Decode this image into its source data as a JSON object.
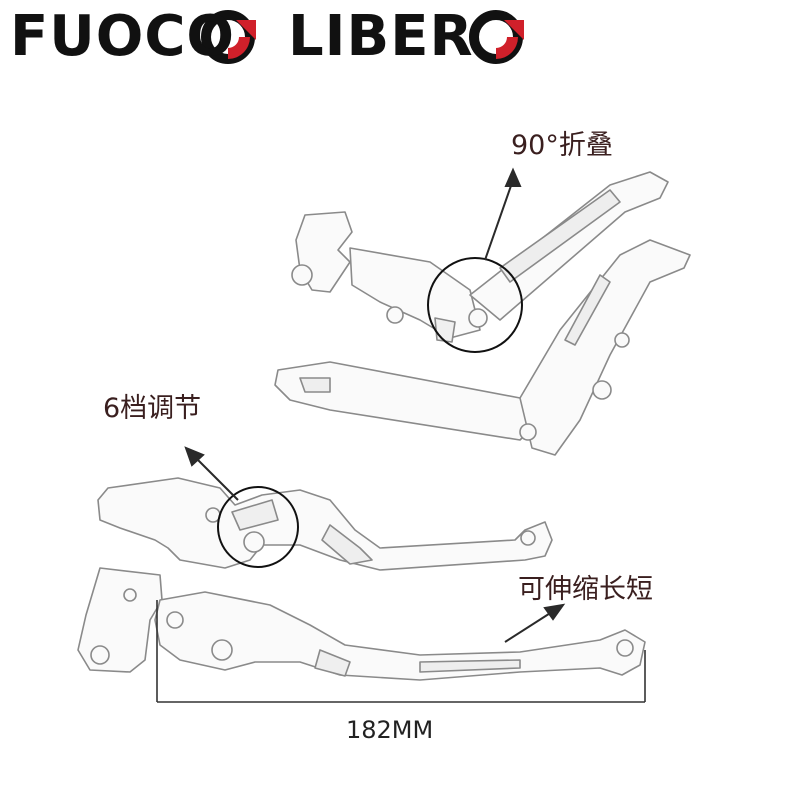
{
  "brand": {
    "word1_prefix": "FUOCO",
    "word2_prefix": "LIBER",
    "logo_colors": {
      "text": "#111111",
      "red": "#d0202a"
    }
  },
  "callouts": {
    "folding": "90°折叠",
    "adjust": "6档调节",
    "extend": "可伸缩长短"
  },
  "dimension": {
    "length": "182MM"
  },
  "colors": {
    "label_text": "#3a1f1f",
    "line": "#2a2a2a",
    "circle": "#111111"
  }
}
